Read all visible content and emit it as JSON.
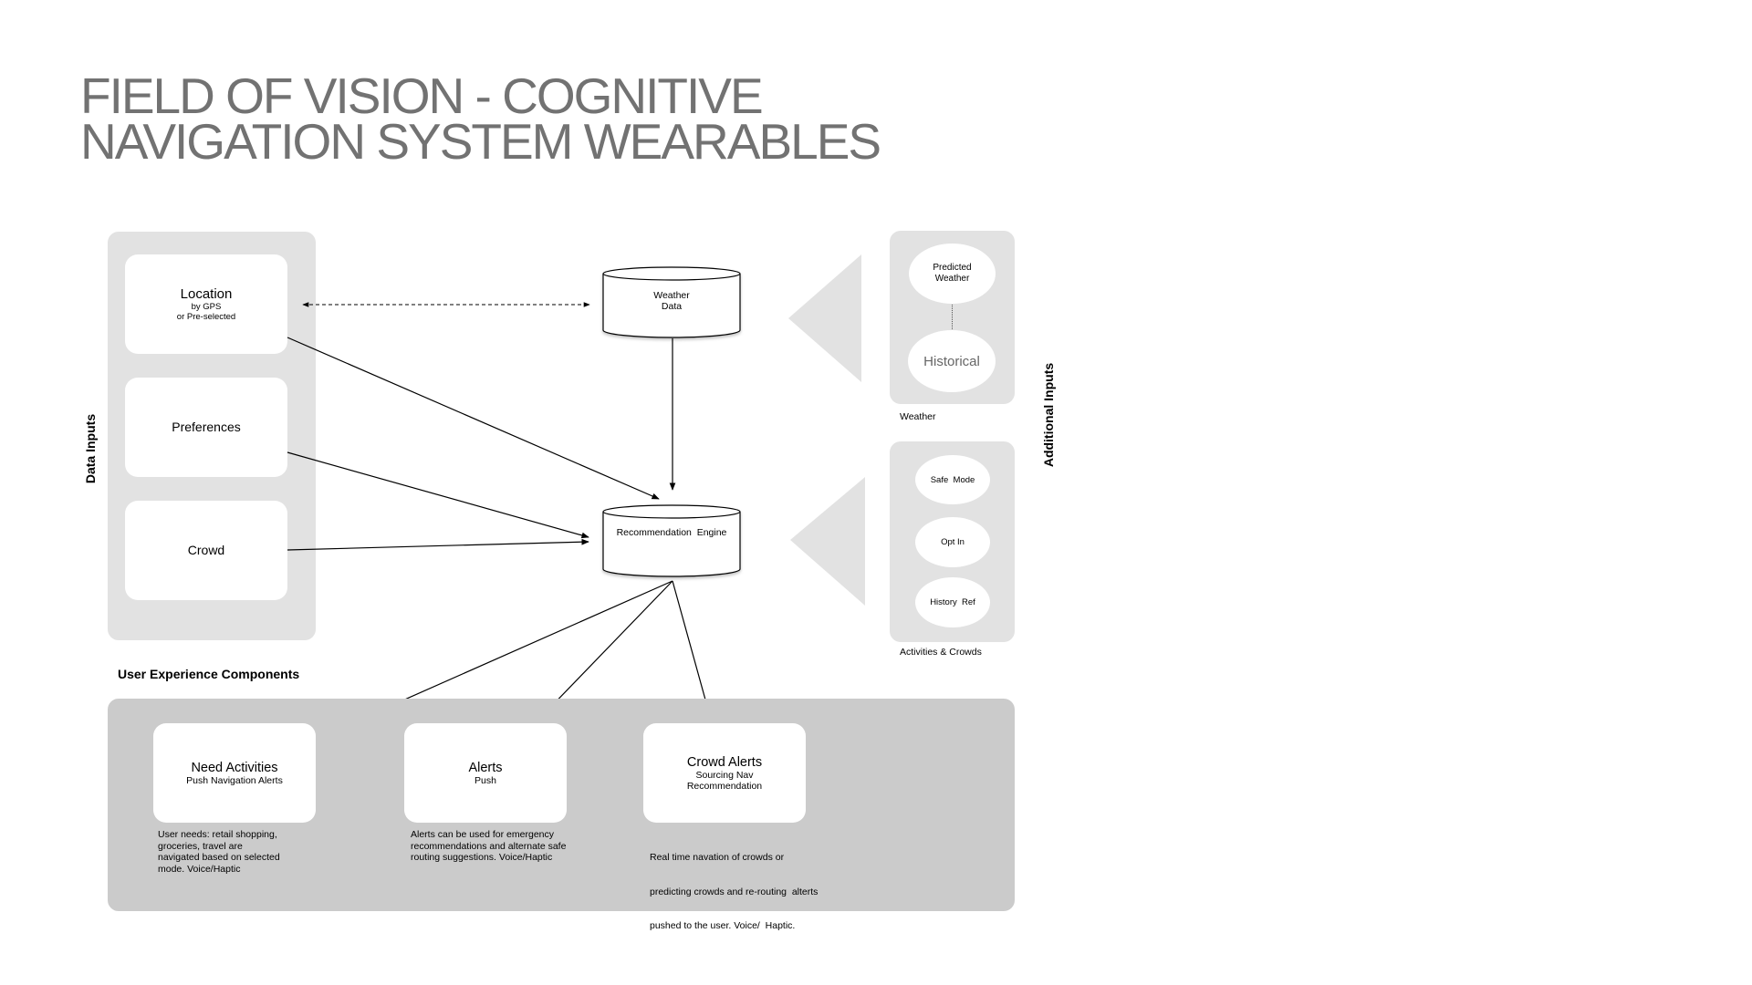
{
  "title": {
    "line1": "FIELD OF VISION - COGNITIVE",
    "line2": "NAVIGATION SYSTEM WEARABLES"
  },
  "colors": {
    "title": "#727272",
    "panel_light": "#e2e2e2",
    "panel_ux": "#cbcbcb",
    "card": "#ffffff",
    "line": "#000000"
  },
  "data_inputs": {
    "label": "Data Inputs",
    "cards": [
      {
        "title": "Location",
        "sub1": "by GPS",
        "sub2": "or Pre-selected"
      },
      {
        "title": "Preferences"
      },
      {
        "title": "Crowd"
      }
    ]
  },
  "weather_data": {
    "line1": "Weather",
    "line2": "Data"
  },
  "recommendation_engine": {
    "label": "Recommendation  Engine"
  },
  "additional_inputs": {
    "label": "Additional Inputs",
    "weather_group": {
      "caption": "Weather",
      "predicted": {
        "line1": "Predicted",
        "line2": "Weather"
      },
      "historical": "Historical"
    },
    "activities_group": {
      "caption": "Activities & Crowds",
      "items": [
        "Safe  Mode",
        "Opt In",
        "History  Ref"
      ]
    }
  },
  "ux_components": {
    "label": "User Experience Components",
    "cards": [
      {
        "title": "Need Activities",
        "sub": [
          "Push Navigation Alerts"
        ],
        "desc": [
          "User needs: retail shopping,",
          "groceries, travel are",
          "navigated based on selected",
          "mode. Voice/Haptic"
        ]
      },
      {
        "title": "Alerts",
        "sub": [
          "Push"
        ],
        "desc": [
          "Alerts can be used for emergency",
          "recommendations and alternate safe",
          "routing suggestions. Voice/Haptic"
        ]
      },
      {
        "title": "Crowd Alerts",
        "sub": [
          "Sourcing Nav",
          "Recommendation"
        ],
        "desc": [
          "Real time navation of crowds or",
          "predicting crowds and re-routing  alterts",
          "pushed to the user. Voice/  Haptic."
        ]
      }
    ]
  },
  "connections": [
    {
      "from": "location",
      "to": "weather-data",
      "style": "dashed",
      "bidirectional": true
    },
    {
      "from": "weather-data",
      "to": "recommendation-engine",
      "style": "solid"
    },
    {
      "from": "location",
      "to": "recommendation-engine",
      "style": "solid"
    },
    {
      "from": "preferences",
      "to": "recommendation-engine",
      "style": "solid"
    },
    {
      "from": "crowd",
      "to": "recommendation-engine",
      "style": "solid"
    },
    {
      "from": "recommendation-engine",
      "to": "need-activities",
      "style": "solid"
    },
    {
      "from": "recommendation-engine",
      "to": "alerts",
      "style": "solid"
    },
    {
      "from": "recommendation-engine",
      "to": "crowd-alerts",
      "style": "solid"
    }
  ]
}
